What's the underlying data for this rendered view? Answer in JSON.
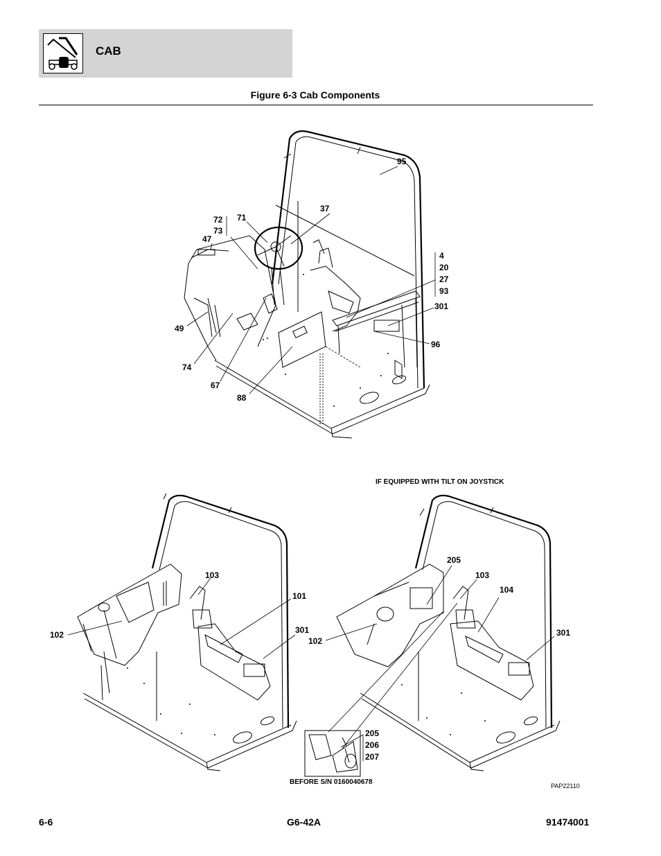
{
  "header": {
    "section_title": "CAB"
  },
  "figure": {
    "title": "Figure 6-3 Cab Components"
  },
  "notes": {
    "tilt": "IF EQUIPPED WITH TILT ON JOYSTICK",
    "before_sn": "BEFORE S/N 0160040678",
    "drawing_id": "PAP22110"
  },
  "callouts": {
    "top": [
      "95",
      "37",
      "71",
      "72",
      "73",
      "47",
      "4",
      "20",
      "27",
      "93",
      "301",
      "96",
      "49",
      "74",
      "67",
      "88"
    ],
    "bottom_left": [
      "103",
      "101",
      "301",
      "102"
    ],
    "bottom_right": [
      "205",
      "103",
      "104",
      "301",
      "102"
    ],
    "inset": [
      "205",
      "206",
      "207"
    ]
  },
  "footer": {
    "page": "6-6",
    "model": "G6-42A",
    "doc_number": "91474001"
  },
  "icons": {
    "logo": "telehandler-icon"
  }
}
